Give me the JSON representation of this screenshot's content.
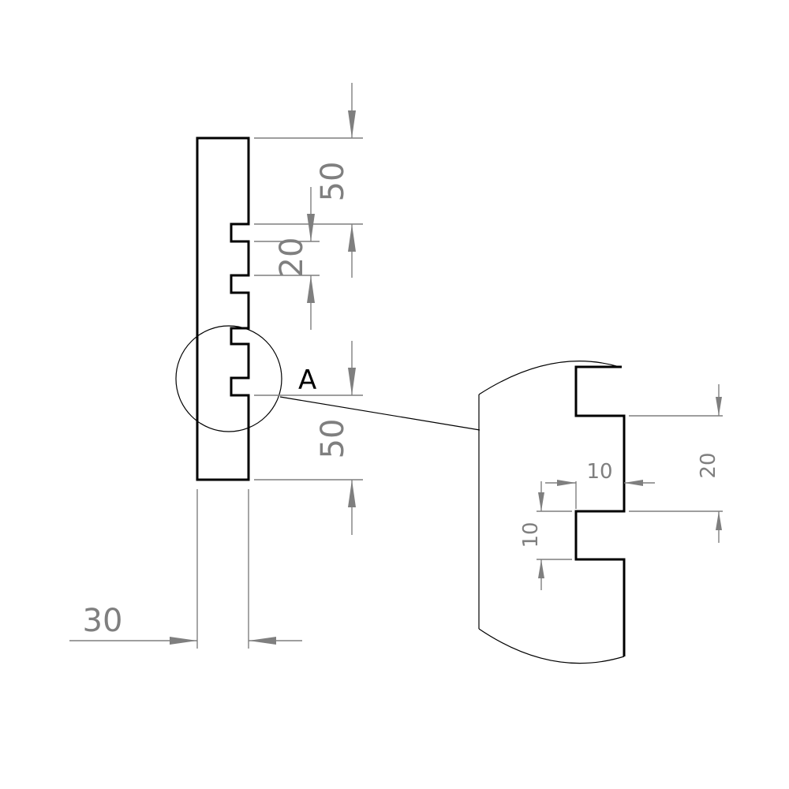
{
  "main_view": {
    "dimensions": {
      "top_offset": "50",
      "notch_pitch": "20",
      "bottom_offset": "50",
      "width": "30"
    },
    "detail_callout": "A"
  },
  "detail_view": {
    "dimensions": {
      "pitch": "20",
      "notch_depth": "10",
      "notch_height": "10"
    }
  }
}
